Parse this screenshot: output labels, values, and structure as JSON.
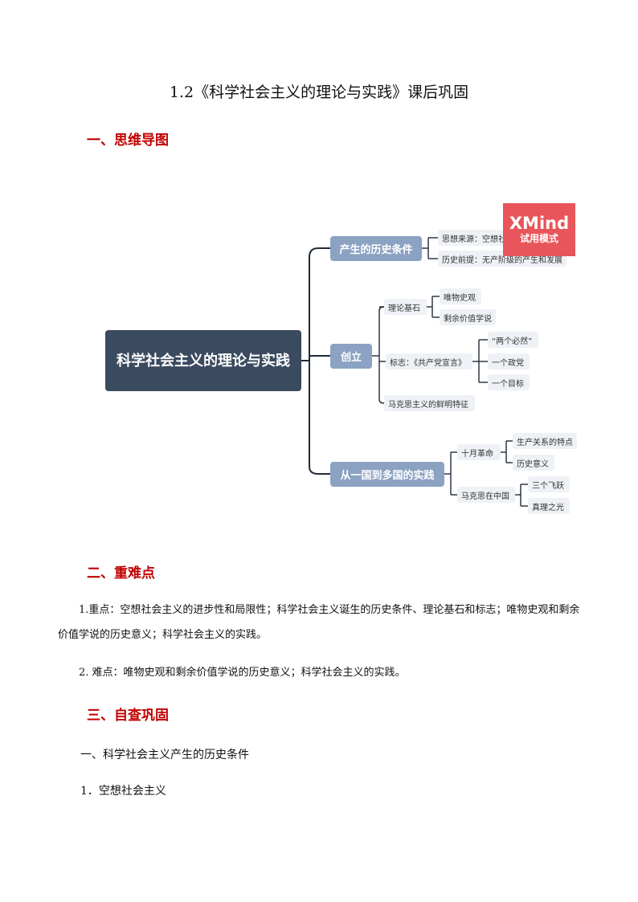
{
  "document": {
    "title": "1.2《科学社会主义的理论与实践》课后巩固"
  },
  "sections": {
    "mindmap_heading": "一、思维导图",
    "difficulty_heading": "二、重难点",
    "review_heading": "三、自查巩固"
  },
  "mindmap": {
    "root": "科学社会主义的理论与实践",
    "branches": {
      "history": {
        "label": "产生的历史条件",
        "items": [
          "思想来源：空想社会主义",
          "历史前提：无产阶级的产生和发展"
        ]
      },
      "founding": {
        "label": "创立",
        "theory_basis": "理论基石",
        "theory_items": [
          "唯物史观",
          "剩余价值学说"
        ],
        "symbol": "标志：《共产党宣言》",
        "symbol_items": [
          "“两个必然”",
          "一个政党",
          "一个目标"
        ],
        "feature": "马克思主义的鲜明特征"
      },
      "practice": {
        "label": "从一国到多国的实践",
        "october": "十月革命",
        "october_items": [
          "生产关系的特点",
          "历史意义"
        ],
        "china": "马克思在中国",
        "china_items": [
          "三个飞跃",
          "真理之光"
        ]
      }
    },
    "watermark": {
      "brand": "XMind",
      "mode": "试用模式"
    }
  },
  "difficulty": {
    "key_point": "1.重点：空想社会主义的进步性和局限性；科学社会主义诞生的历史条件、理论基石和标志；唯物史观和剩余价值学说的历史意义；科学社会主义的实践。",
    "hard_point": "2. 难点：唯物史观和剩余价值学说的历史意义；科学社会主义的实践。"
  },
  "review": {
    "item_1": "一、科学社会主义产生的历史条件",
    "item_2": "1．空想社会主义"
  }
}
